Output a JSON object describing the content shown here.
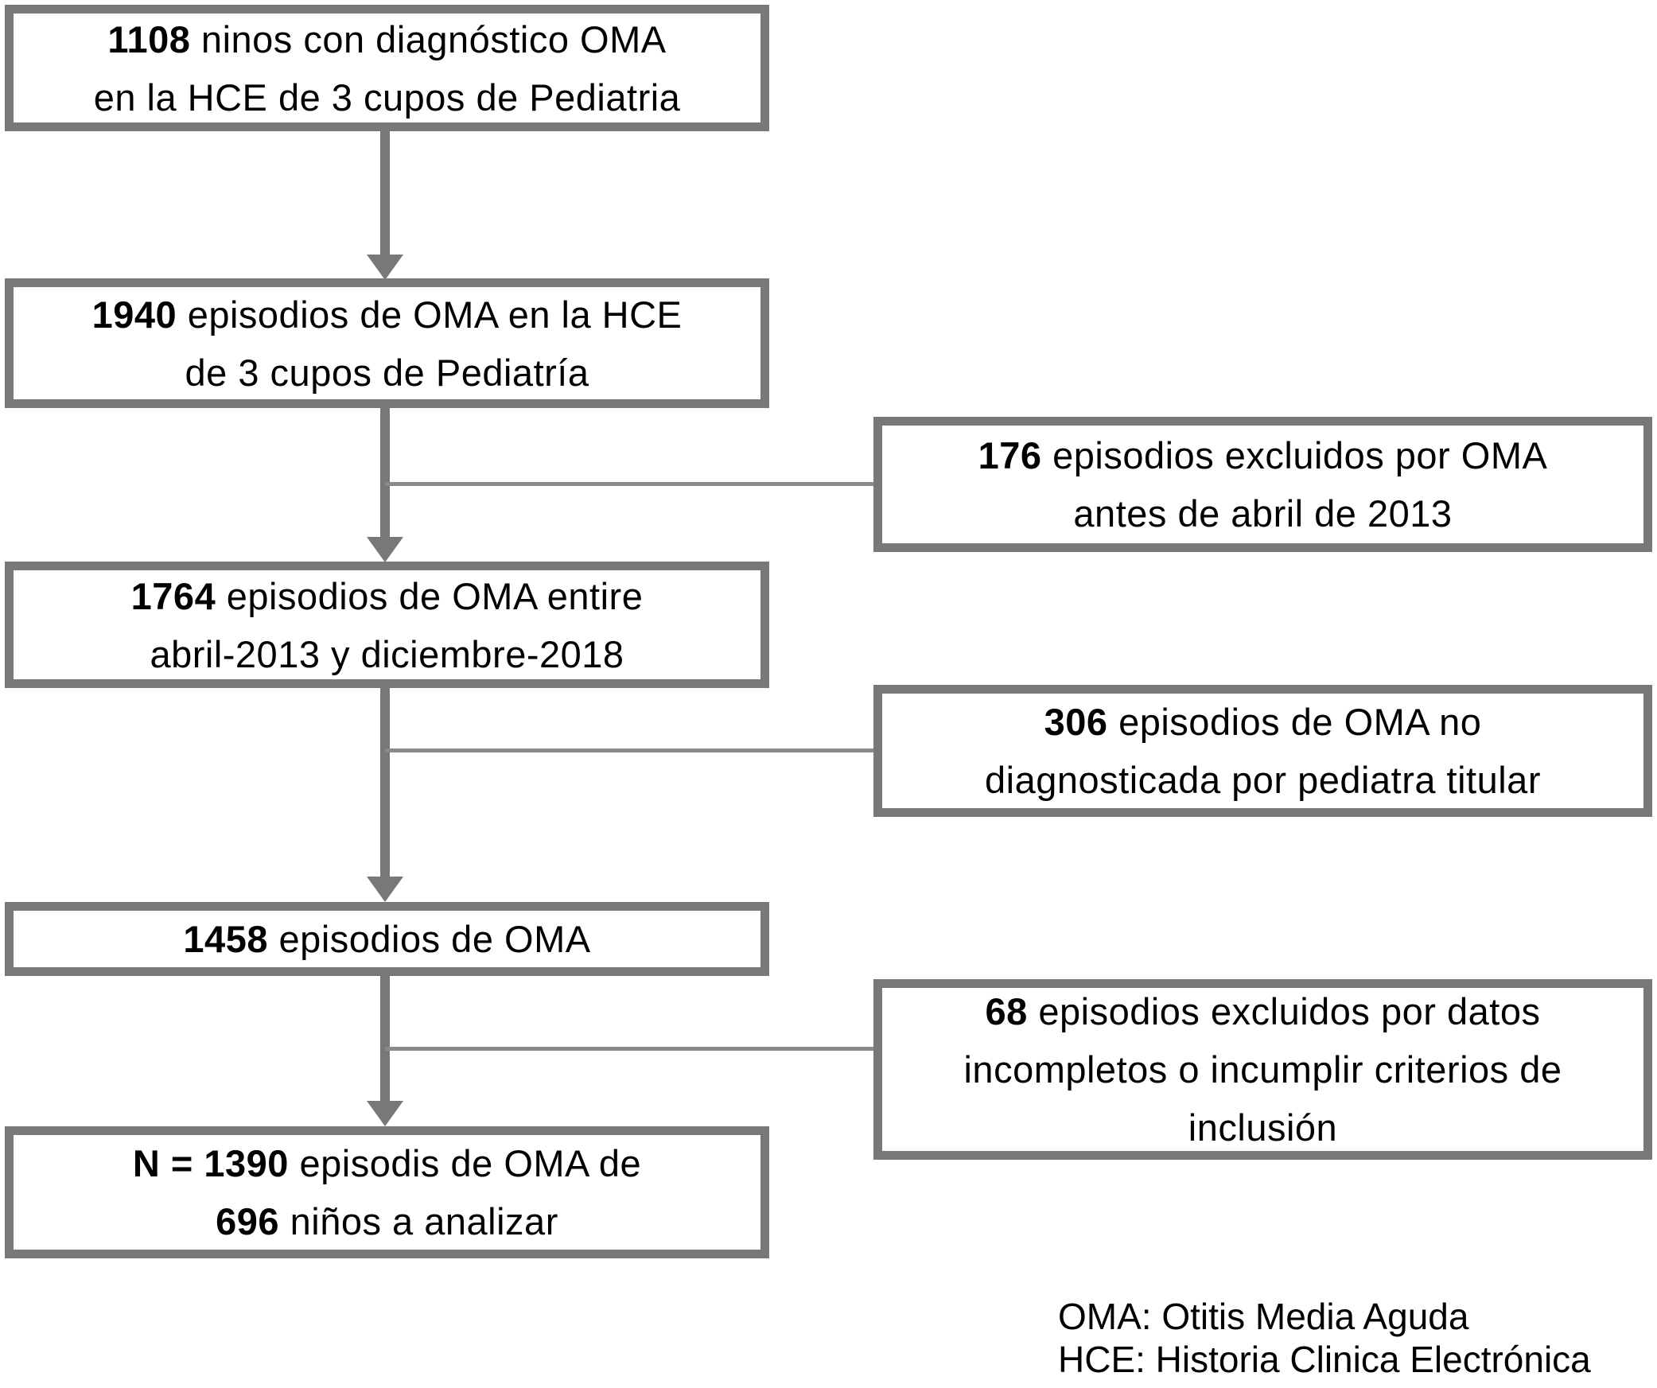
{
  "diagram": {
    "type": "study-flowchart",
    "colors": {
      "box_border": "#787878",
      "connector": "#787878",
      "branch_line": "#898989",
      "text": "#000000",
      "background": "#ffffff"
    },
    "main_boxes": [
      {
        "name": "children-with-oma-diagnosis",
        "lines": [
          {
            "bold": "1108",
            "rest": " ninos con diagnóstico OMA"
          },
          {
            "bold": "",
            "rest": "en la HCE de 3 cupos de Pediatria"
          }
        ]
      },
      {
        "name": "oma-episodes-in-hce",
        "lines": [
          {
            "bold": "1940",
            "rest": " episodios de OMA en la HCE"
          },
          {
            "bold": "",
            "rest": "de 3 cupos de Pediatría"
          }
        ]
      },
      {
        "name": "oma-episodes-in-period",
        "lines": [
          {
            "bold": "1764",
            "rest": " episodios de OMA entire"
          },
          {
            "bold": "",
            "rest": "abril-2013 y diciembre-2018"
          }
        ]
      },
      {
        "name": "oma-episodes-remaining",
        "lines": [
          {
            "bold": "1458",
            "rest": " episodios de OMA"
          }
        ]
      },
      {
        "name": "final-analysis-sample",
        "lines": [
          {
            "bold": "N = 1390",
            "rest": " episodis de OMA de"
          },
          {
            "bold": "696",
            "rest": " niños a analizar"
          }
        ]
      }
    ],
    "exclusion_boxes": [
      {
        "name": "excluded-before-april-2013",
        "lines": [
          {
            "bold": "176",
            "rest": " episodios excluidos por OMA"
          },
          {
            "bold": "",
            "rest": "antes de abril de 2013"
          }
        ]
      },
      {
        "name": "excluded-not-diagnosed-by-pediatrician",
        "lines": [
          {
            "bold": "306",
            "rest": " episodios de OMA no"
          },
          {
            "bold": "",
            "rest": "diagnosticada por pediatra titular"
          }
        ]
      },
      {
        "name": "excluded-incomplete-data",
        "lines": [
          {
            "bold": "68",
            "rest": " episodios excluidos por datos"
          },
          {
            "bold": "",
            "rest": "incompletos o incumplir criterios de"
          },
          {
            "bold": "",
            "rest": "inclusión"
          }
        ]
      }
    ],
    "legend": {
      "line1": "OMA: Otitis Media Aguda",
      "line2": "HCE: Historia Clinica Electrónica"
    }
  }
}
